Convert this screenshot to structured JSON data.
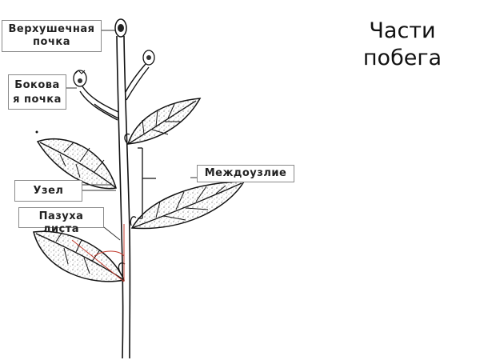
{
  "title": {
    "line1": "Части",
    "line2": "побега"
  },
  "labels": {
    "apical_bud": {
      "line1": "Верхушечная",
      "line2": "почка"
    },
    "lateral_bud": {
      "line1": "Бокова",
      "line2": "я почка"
    },
    "internode": {
      "text": "Междоузлие"
    },
    "node": {
      "text": "Узел"
    },
    "leaf_axil": {
      "line1": "Пазуха",
      "line2": "листа"
    }
  },
  "colors": {
    "outline": "#111111",
    "label_border": "#8a8a8a",
    "axil_highlight": "#c0392b"
  }
}
